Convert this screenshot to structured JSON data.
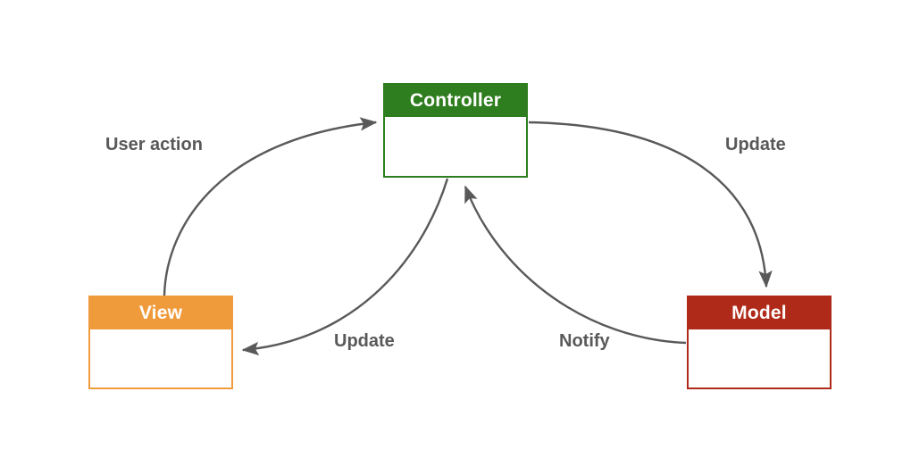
{
  "diagram": {
    "title": "MVC pattern diagram",
    "background_color": "#ffffff",
    "nodes": [
      {
        "id": "controller",
        "label": "Controller",
        "header_color": "#2E7D1E",
        "border_color": "#2E7D1E",
        "body_color": "#ffffff",
        "text_color": "#ffffff"
      },
      {
        "id": "view",
        "label": "View",
        "header_color": "#EF9B3C",
        "border_color": "#EF9B3C",
        "body_color": "#ffffff",
        "text_color": "#ffffff"
      },
      {
        "id": "model",
        "label": "Model",
        "header_color": "#AF2A19",
        "border_color": "#AF2A19",
        "body_color": "#ffffff",
        "text_color": "#ffffff"
      }
    ],
    "edges": [
      {
        "id": "user-action",
        "label": "User action",
        "from": "view",
        "to": "controller",
        "color": "#595959"
      },
      {
        "id": "update-model",
        "label": "Update",
        "from": "controller",
        "to": "model",
        "color": "#595959"
      },
      {
        "id": "update-view",
        "label": "Update",
        "from": "controller",
        "to": "view",
        "color": "#595959"
      },
      {
        "id": "notify",
        "label": "Notify",
        "from": "model",
        "to": "controller",
        "color": "#595959"
      }
    ],
    "edge_label_color": "#595959"
  }
}
